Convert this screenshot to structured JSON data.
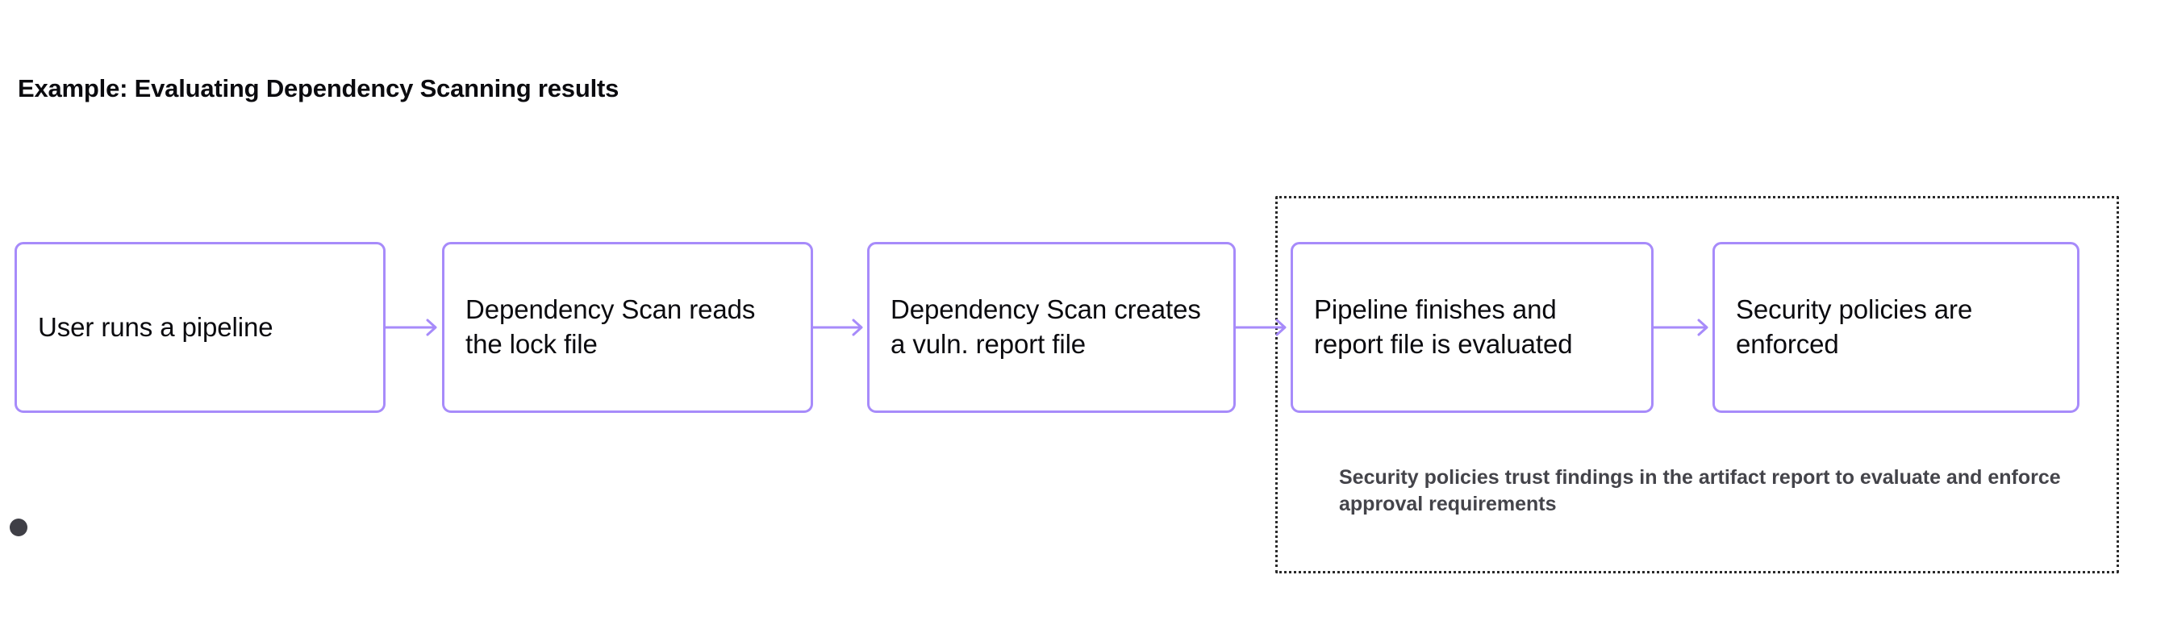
{
  "diagram": {
    "title": "Example: Evaluating Dependency Scanning results",
    "accent_color": "#a78bfa",
    "text_color": "#0b0b0f",
    "caption_color": "#44444a",
    "group_border_color": "#2b2b2b",
    "handle_color": "#3f3f46",
    "nodes": [
      {
        "id": "user-runs-pipeline",
        "label": "User runs a pipeline"
      },
      {
        "id": "dep-scan-reads-lock",
        "label": "Dependency Scan reads the lock file"
      },
      {
        "id": "dep-scan-creates-report",
        "label": "Dependency Scan creates a vuln. report file"
      },
      {
        "id": "pipeline-finishes",
        "label": "Pipeline finishes and report file is evaluated"
      },
      {
        "id": "policies-enforced",
        "label": "Security policies are enforced"
      }
    ],
    "group": {
      "caption": "Security policies trust findings in the artifact report to evaluate and enforce approval requirements"
    },
    "connectors": [
      {
        "id": "arrow-1",
        "from": "user-runs-pipeline",
        "to": "dep-scan-reads-lock"
      },
      {
        "id": "arrow-2",
        "from": "dep-scan-reads-lock",
        "to": "dep-scan-creates-report"
      },
      {
        "id": "arrow-3",
        "from": "dep-scan-creates-report",
        "to": "pipeline-finishes"
      },
      {
        "id": "arrow-4",
        "from": "pipeline-finishes",
        "to": "policies-enforced"
      }
    ]
  }
}
